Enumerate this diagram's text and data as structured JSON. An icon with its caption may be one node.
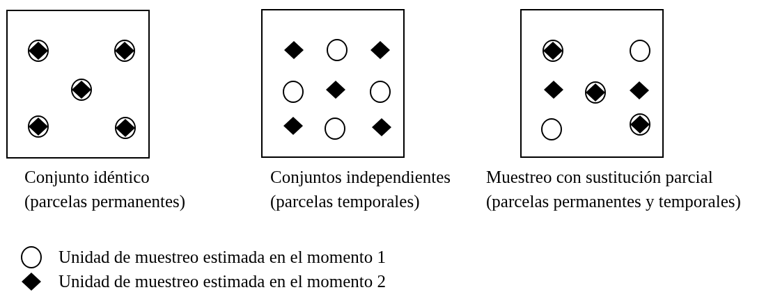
{
  "diagram": {
    "nodes": [
      {
        "text": [],
        "shape": "box",
        "beside": [
          "Conjunto idéntico",
          "(parcelas permanentes)"
        ]
      },
      {
        "text": [],
        "shape": "box",
        "beside": [
          "Conjuntos independientes",
          "(parcelas temporales)"
        ]
      },
      {
        "text": [],
        "shape": "box",
        "beside": [
          "Muestreo con sustitución parcial",
          "(parcelas permanentes y temporales)"
        ]
      }
    ],
    "edges": [],
    "legend": [
      {
        "text": "Unidad de muestreo estimada en el momento 1"
      },
      {
        "text": "Unidad de muestreo estimada en el momento 2"
      }
    ]
  }
}
